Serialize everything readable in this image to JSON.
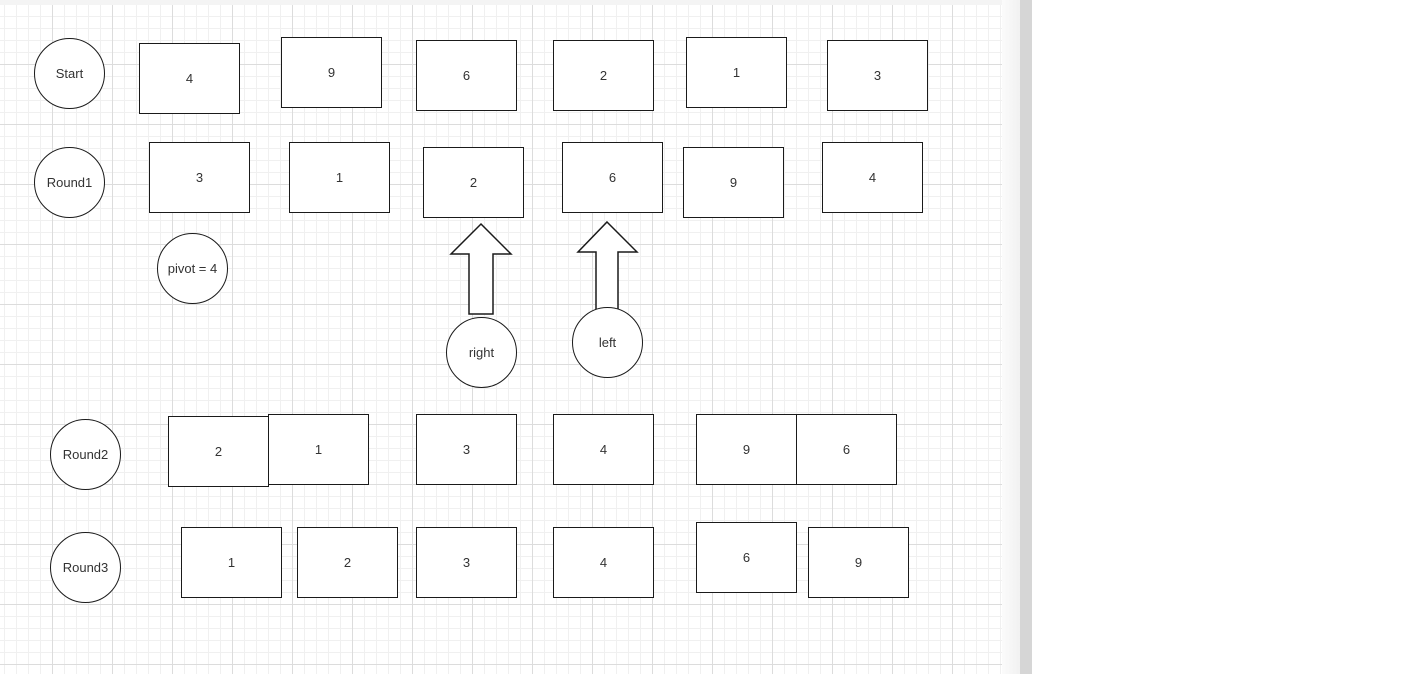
{
  "diagram": {
    "rows": [
      {
        "label": "Start",
        "cells": [
          "4",
          "9",
          "6",
          "2",
          "1",
          "3"
        ]
      },
      {
        "label": "Round1",
        "cells": [
          "3",
          "1",
          "2",
          "6",
          "9",
          "4"
        ]
      },
      {
        "label": "Round2",
        "cells": [
          "2",
          "1",
          "3",
          "4",
          "9",
          "6"
        ]
      },
      {
        "label": "Round3",
        "cells": [
          "1",
          "2",
          "3",
          "4",
          "6",
          "9"
        ]
      }
    ],
    "pivot_label": "pivot = 4",
    "pointers": {
      "right": {
        "label": "right",
        "points_to": "2"
      },
      "left": {
        "label": "left",
        "points_to": "6"
      }
    }
  }
}
